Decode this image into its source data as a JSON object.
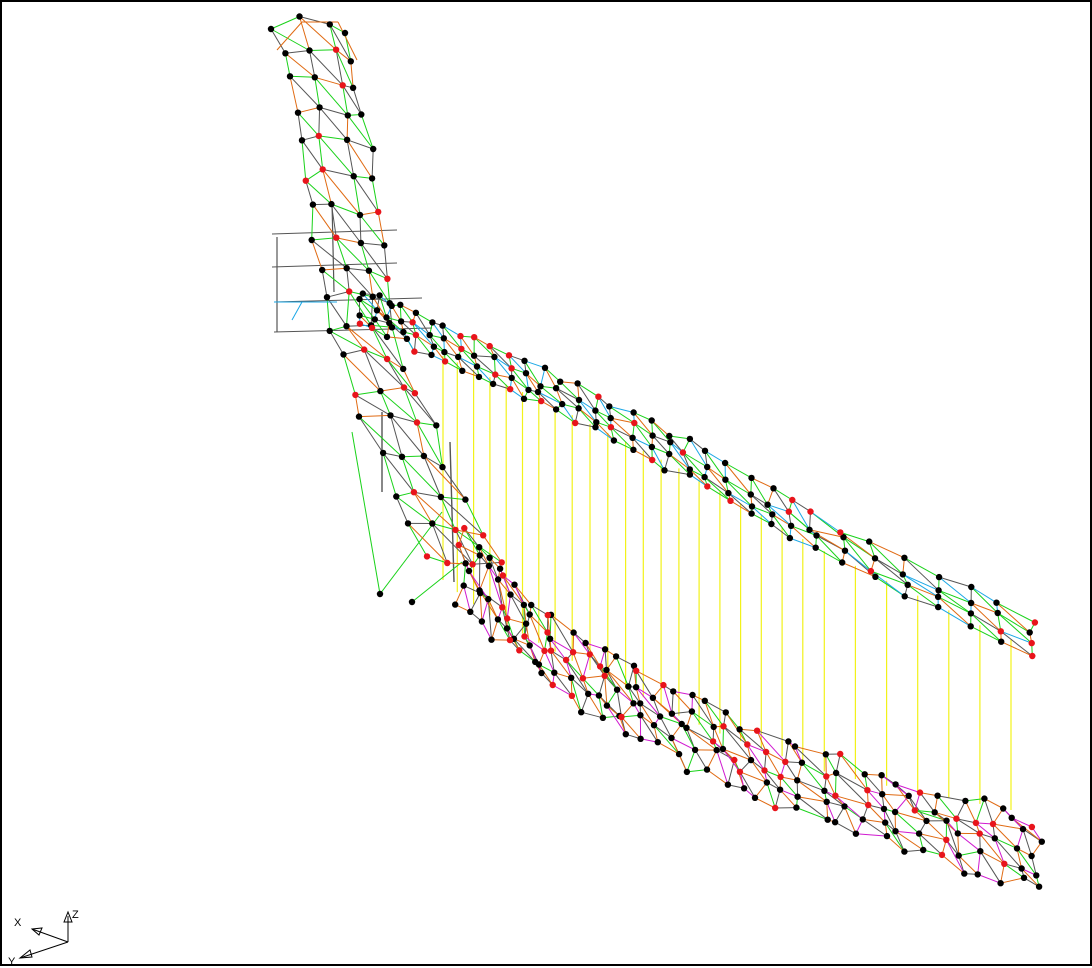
{
  "viewport": {
    "background": "#ffffff",
    "border_color": "#000000"
  },
  "triad": {
    "x_label": "X",
    "y_label": "Y",
    "z_label": "Z"
  },
  "palette": {
    "node_black": "#000000",
    "node_red": "#e8141b",
    "element_gray": "#555555",
    "element_green": "#19d219",
    "element_orange": "#e06a12",
    "element_cyan": "#1aa7e6",
    "element_yellow": "#f2f21a",
    "element_magenta": "#d01ad0"
  }
}
